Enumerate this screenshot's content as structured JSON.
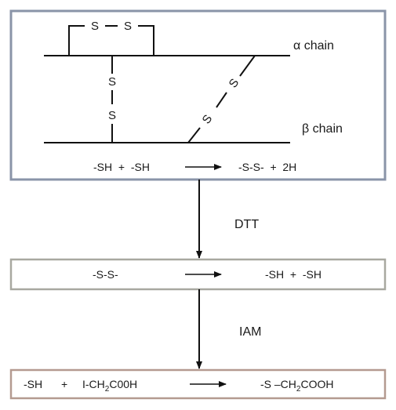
{
  "top_box": {
    "bridge_s1": "S",
    "bridge_s2": "S",
    "alpha_label": "α chain",
    "beta_label": "β chain",
    "vertical_s1": "S",
    "vertical_s2": "S",
    "diagonal_s1": "S",
    "diagonal_s2": "S",
    "reaction_left": "-SH  +  -SH",
    "reaction_right": "-S-S-  +  2H"
  },
  "step1": {
    "reagent": "DTT"
  },
  "mid_box": {
    "reaction_left": "-S-S-",
    "reaction_right": "-SH  +  -SH"
  },
  "step2": {
    "reagent": "IAM"
  },
  "bottom_box": {
    "left_sh": "-SH",
    "plus": "+",
    "reagent_prefix": "I-CH",
    "reagent_sub": "2",
    "reagent_suffix": "C00H",
    "product_prefix": "-S –CH",
    "product_sub": "2",
    "product_suffix": "COOH"
  },
  "colors": {
    "top_border": "#8a94a8",
    "mid_border": "#a8a8a0",
    "bottom_border": "#b49a90",
    "line": "#111111"
  }
}
